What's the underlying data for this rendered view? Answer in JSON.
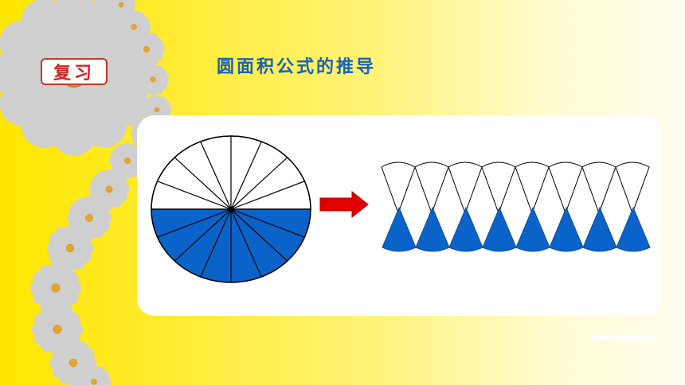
{
  "badge": {
    "label": "复习"
  },
  "title": {
    "text": "圆面积公式的推导"
  },
  "colors": {
    "fill": "#0a63c9",
    "stroke": "#000000",
    "arrow": "#e00000",
    "badge_border": "#c0392b",
    "title": "#1763b8"
  },
  "icons": {
    "arrow": "right-arrow-icon",
    "flower": "daisy-icon"
  },
  "diagram": {
    "sector_count": 16,
    "rearranged_pieces_per_row": 8
  }
}
